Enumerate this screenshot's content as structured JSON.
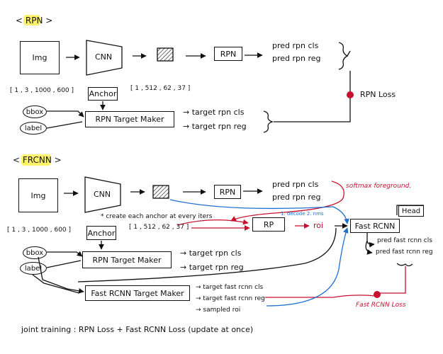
{
  "rpn_section": {
    "header": "< RPN >",
    "img_label": "Img",
    "cnn_label": "CNN",
    "rpn_label": "RPN",
    "pred_cls": "pred rpn cls",
    "pred_reg": "pred rpn reg",
    "img_shape": "[ 1 , 3 , 1000 , 600 ]",
    "feature_shape": "[ 1 , 512 , 62 , 37 ]",
    "anchor_label": "Anchor",
    "bbox_label": "bbox",
    "label_label": "label",
    "target_maker_label": "RPN Target Maker",
    "target_cls": "→ target rpn cls",
    "target_reg": "→ target rpn reg",
    "loss_label": "RPN Loss"
  },
  "frcnn_section": {
    "header": "< FRCNN >",
    "img_label": "Img",
    "cnn_label": "CNN",
    "rpn_label": "RPN",
    "pred_cls": "pred rpn cls",
    "pred_reg": "pred rpn reg",
    "softmax_note": "softmax foreground.",
    "anchor_note": "* create each anchor at every iters",
    "img_shape": "[ 1 , 3 , 1000 , 600 ]",
    "feature_shape": "[ 1 , 512 , 62 , 37 ]",
    "anchor_label": "Anchor",
    "rp_label": "RP",
    "decode_note": "1. decode  2. nms",
    "roi_label": "roi",
    "fast_rcnn_label": "Fast RCNN",
    "head_label": "Head",
    "pred_fast_cls": "pred fast rcnn cls",
    "pred_fast_reg": "pred fast rcnn reg",
    "bbox_label": "bbox",
    "label_label": "label",
    "rpn_target_maker_label": "RPN Target Maker",
    "target_rpn_cls": "→ target rpn cls",
    "target_rpn_reg": "→ target rpn reg",
    "fast_target_maker_label": "Fast RCNN Target Maker",
    "target_fast_cls": "→ target fast rcnn cls",
    "target_fast_reg": "→ target fast rcnn reg",
    "sampled_roi": "→ sampled roi",
    "loss_label": "Fast RCNN Loss"
  },
  "footer": "joint training : RPN Loss + Fast RCNN Loss (update at once)",
  "colors": {
    "red": "#c8102e",
    "blue": "#1f6fd1",
    "highlight": "#fff36b"
  }
}
